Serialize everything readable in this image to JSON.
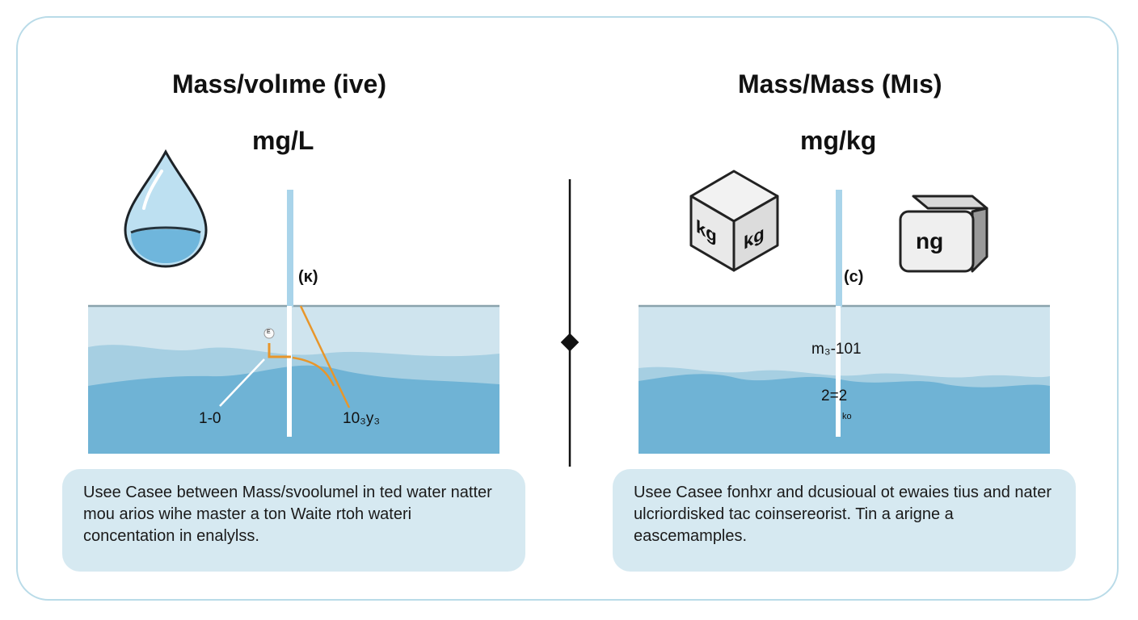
{
  "left": {
    "title": "Mass/volıme (ive)",
    "unit": "mg/L",
    "marker_label": "(κ)",
    "point_label": "E",
    "value_left": "1-0",
    "value_right": "10₃y₃",
    "caption": "Usee Casee  between Mass/svoolumel in ted water natter mou arios wihe master a ton Waite rtoh  wateri concentation in enalylss."
  },
  "right": {
    "title": "Mass/Mass (Mıs)",
    "unit": "mg/kg",
    "cube1_face_left": "kg",
    "cube1_face_right": "kg",
    "cube2_label": "ng",
    "marker_label": "(c)",
    "value_1": "m₃-101",
    "value_2": "2=2",
    "value_3": "ko",
    "caption": "Usee Casee fonhxr and dcusioual ot ewaies tius and nater ulcriordisked tac coinsereorist. Tin a arigne a eascemamples."
  },
  "colors": {
    "frame": "#b9dbe8",
    "water_light": "#cfe4ee",
    "water_mid": "#a6cfe2",
    "water_deep": "#6fb3d5",
    "probe": "#a9d4ea",
    "accent_orange": "#e8962a",
    "caption_bg": "#d6e9f1"
  },
  "icons": [
    "water-drop-icon",
    "kg-cube-icon",
    "ng-cube-icon",
    "diamond-divider-icon"
  ]
}
